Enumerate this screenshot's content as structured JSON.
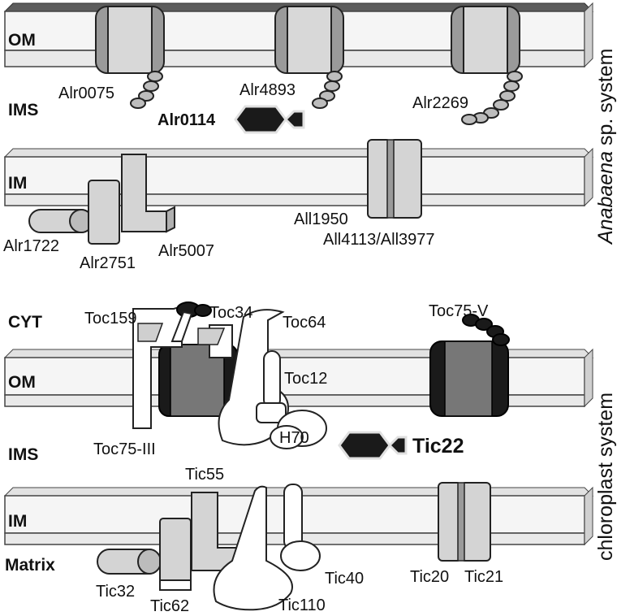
{
  "sections": {
    "top": {
      "side_title_italic": "Anabaena",
      "side_title_rest": " sp. system",
      "regions": {
        "om": "OM",
        "ims": "IMS",
        "im": "IM"
      },
      "proteins": {
        "alr0075": "Alr0075",
        "alr4893": "Alr4893",
        "alr2269": "Alr2269",
        "alr0114": "Alr0114",
        "alr1722": "Alr1722",
        "alr2751": "Alr2751",
        "alr5007": "Alr5007",
        "all1950": "All1950",
        "all4113": "All4113/All3977"
      }
    },
    "bottom": {
      "side_title": "chloroplast system",
      "regions": {
        "cyt": "CYT",
        "om": "OM",
        "ims": "IMS",
        "im": "IM",
        "matrix": "Matrix"
      },
      "proteins": {
        "toc159": "Toc159",
        "toc34": "Toc34",
        "toc64": "Toc64",
        "toc75v": "Toc75-V",
        "toc12": "Toc12",
        "toc75iii": "Toc75-III",
        "h70": "H70",
        "tic22": "Tic22",
        "tic55": "Tic55",
        "tic32": "Tic32",
        "tic62": "Tic62",
        "tic40": "Tic40",
        "tic110": "Tic110",
        "tic20": "Tic20",
        "tic21": "Tic21"
      }
    }
  },
  "colors": {
    "membrane_top": "#e6e6e6",
    "membrane_face": "#f4f4f4",
    "membrane_dark_stripe": "#7a7a7a",
    "protein_light": "#d4d4d4",
    "protein_mid": "#8c8c8c",
    "protein_dark": "#1a1a1a",
    "protein_white": "#ffffff"
  }
}
